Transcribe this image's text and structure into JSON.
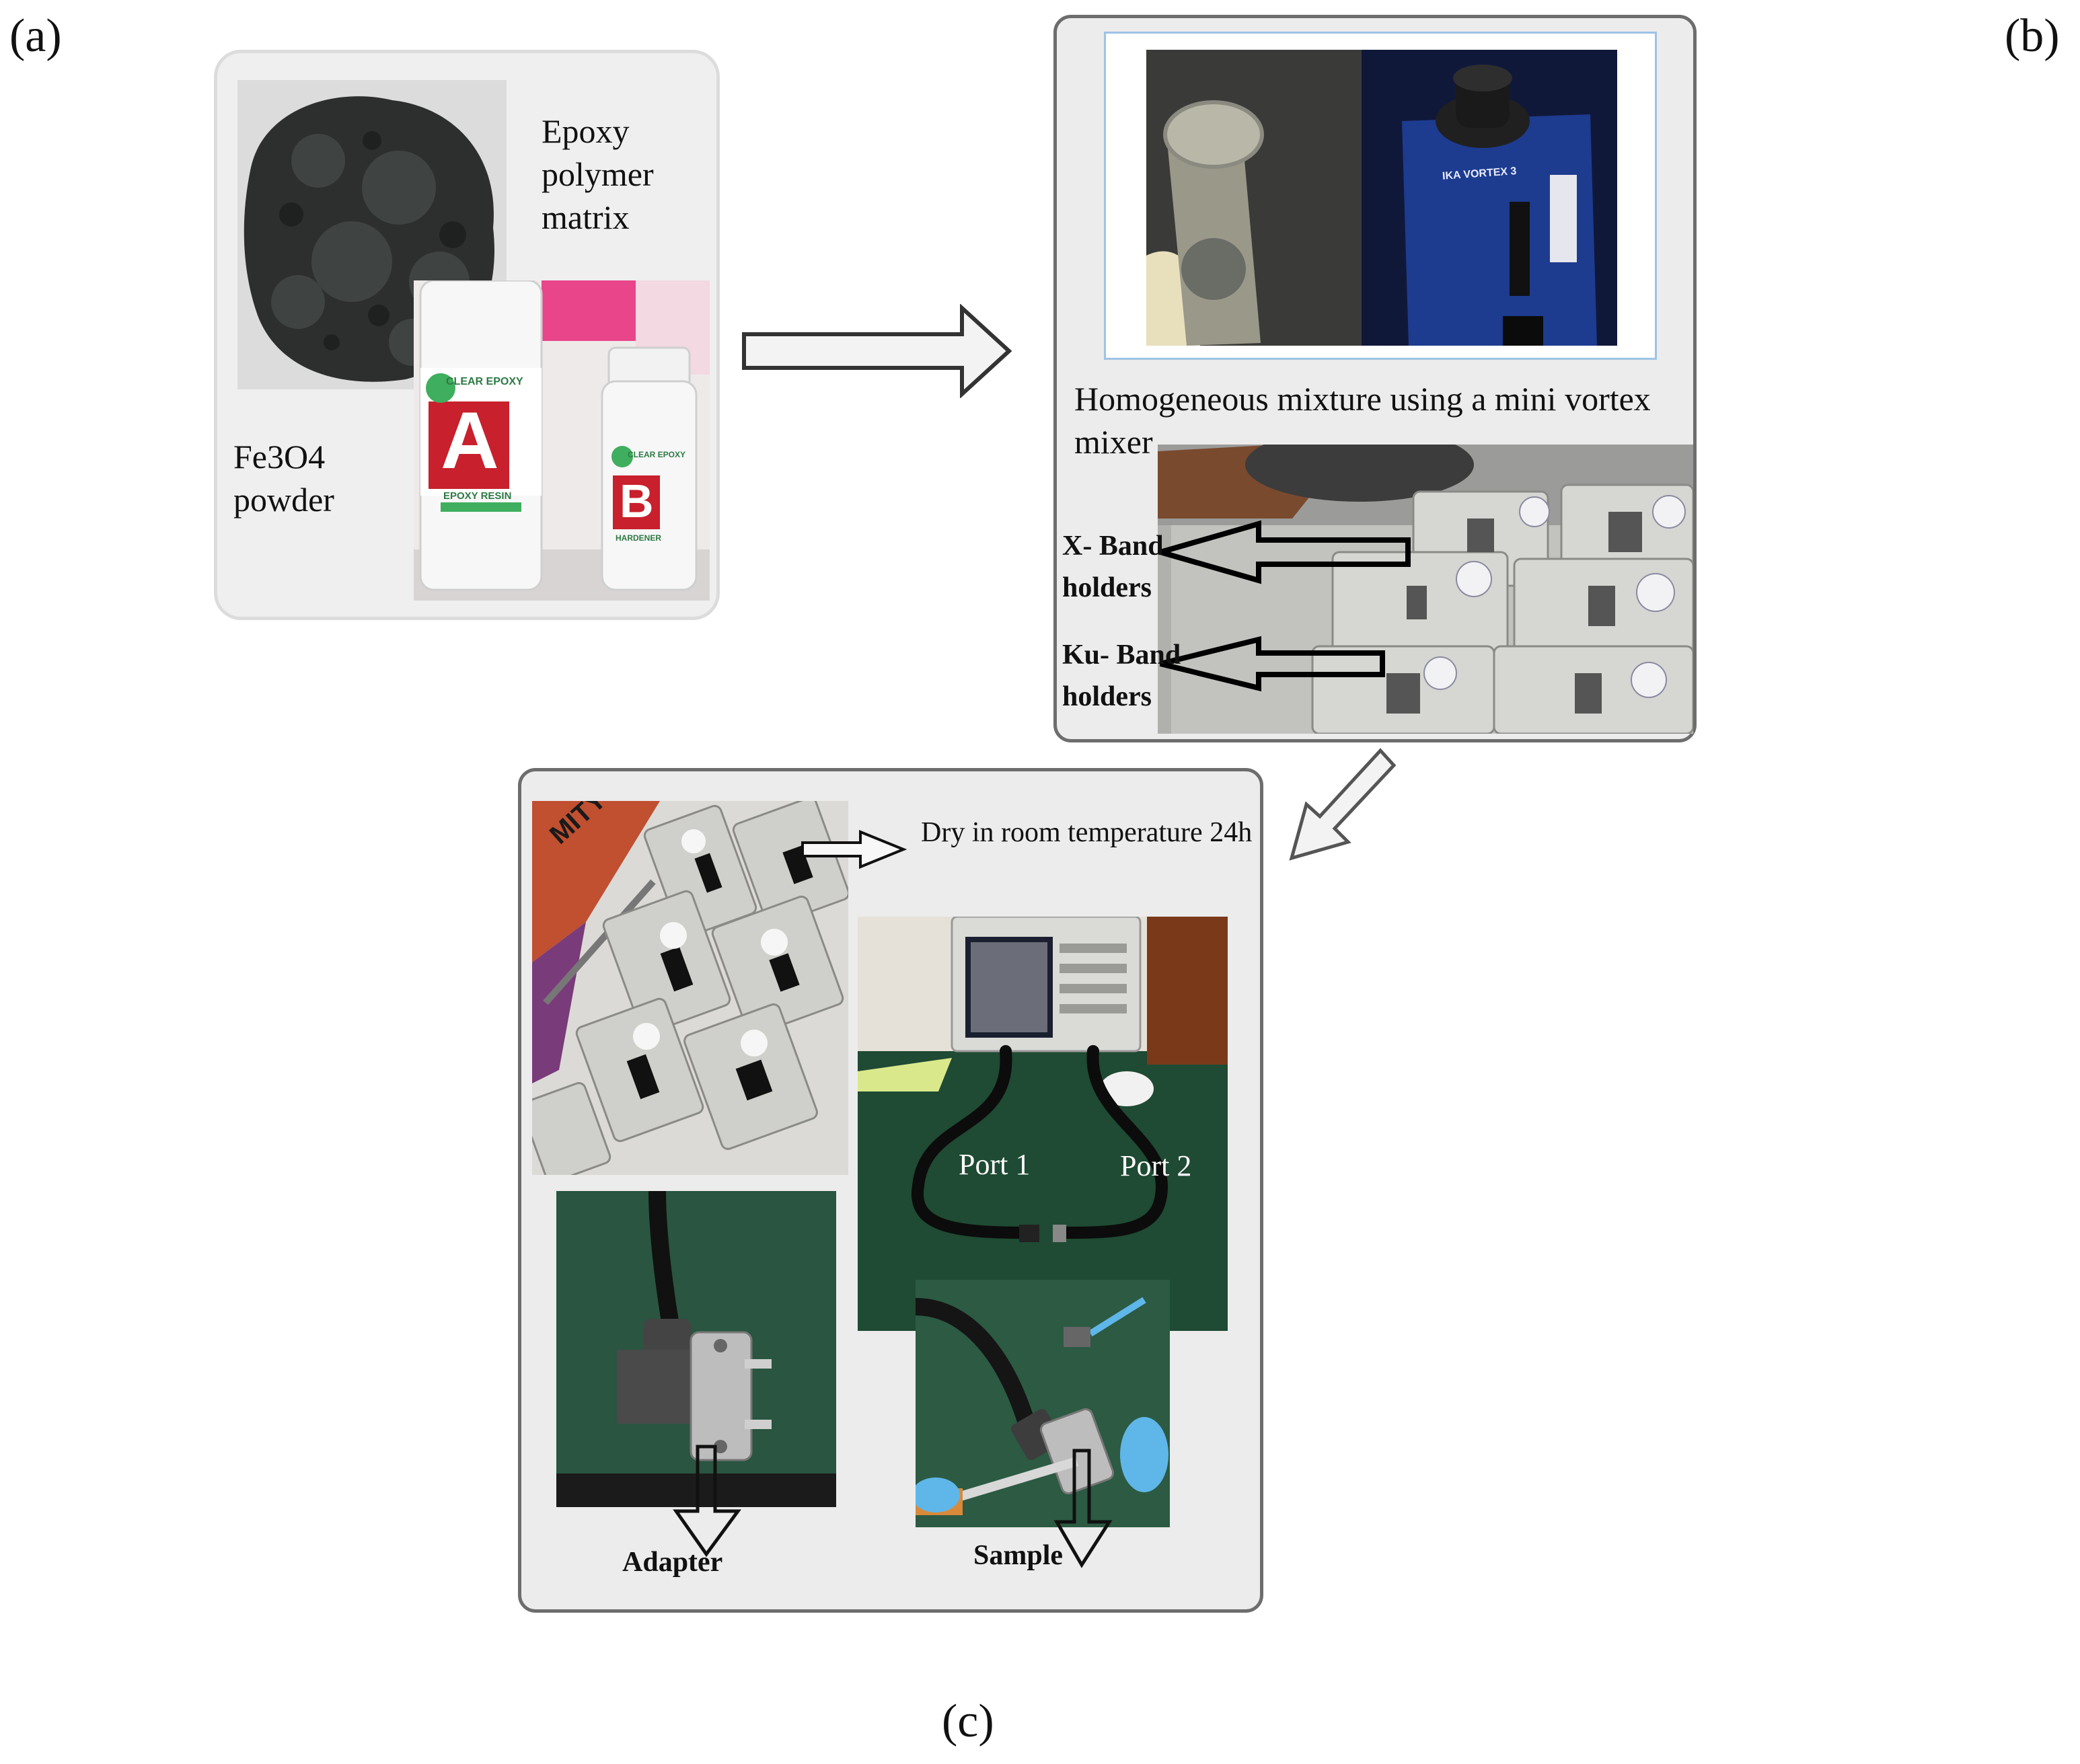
{
  "panel_labels": {
    "a": "(a)",
    "b": "(b)",
    "c": "(c)"
  },
  "panel_a": {
    "epoxy_label": "Epoxy\npolymer\nmatrix",
    "powder_label": "Fe3O4\npowder",
    "bottle_a": {
      "top_text": "CLEAR EPOXY",
      "letter": "A",
      "sub_text": "EPOXY RESIN"
    },
    "bottle_b": {
      "top_text": "CLEAR EPOXY",
      "letter": "B",
      "sub_text": "HARDENER"
    }
  },
  "panel_b": {
    "mixer_text": "IKA VORTEX 3",
    "caption": "Homogeneous mixture using a mini vortex\nmixer",
    "x_band_label": "X- Band\nholders",
    "ku_band_label": "Ku- Band\nholders"
  },
  "panel_c": {
    "dry_label": "Dry in room temperature 24h",
    "port1_label": "Port 1",
    "port2_label": "Port 2",
    "adapter_label": "Adapter",
    "sample_label": "Sample",
    "box_text": "MITY GASOLINE"
  },
  "colors": {
    "panel_bg": "#ececec",
    "panel_border": "#6d6d6d",
    "arrow_fill": "#f3f3f3",
    "bench_green": "#1f4a33",
    "mixer_blue": "#1d3b8f",
    "label_red": "#c8202c"
  }
}
